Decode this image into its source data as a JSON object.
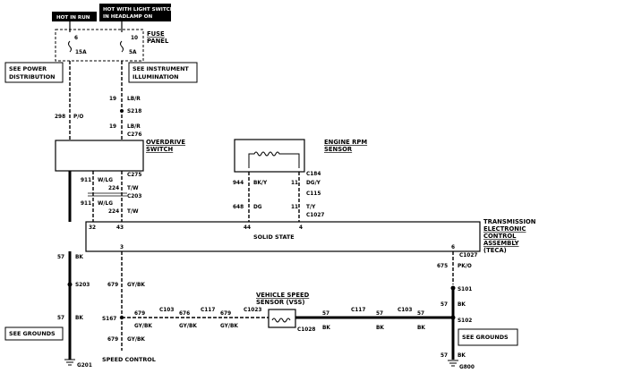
{
  "header": {
    "box1": "HOT IN RUN",
    "box2_line1": "HOT WITH LIGHT SWITCH",
    "box2_line2": "IN HEADLAMP ON"
  },
  "fuse_panel": {
    "label_line1": "FUSE",
    "label_line2": "PANEL",
    "fuse_left_num": "6",
    "fuse_left_amp": "15A",
    "fuse_right_num": "10",
    "fuse_right_amp": "5A"
  },
  "refs": {
    "power_line1": "SEE POWER",
    "power_line2": "DISTRIBUTION",
    "instr_line1": "SEE INSTRUMENT",
    "instr_line2": "ILLUMINATION",
    "grounds_left": "SEE GROUNDS",
    "grounds_right": "SEE GROUNDS"
  },
  "overdrive": {
    "label_line1": "OVERDRIVE",
    "label_line2": "SWITCH"
  },
  "rpm_sensor": {
    "label_line1": "ENGINE RPM",
    "label_line2": "SENSOR"
  },
  "teca": {
    "label_line1": "TRANSMISSION",
    "label_line2": "ELECTRONIC",
    "label_line3": "CONTROL",
    "label_line4": "ASSEMBLY",
    "label_line5": "(TECA)",
    "inner": "SOLID STATE",
    "pin_32": "32",
    "pin_43": "43",
    "pin_44": "44",
    "pin_4": "4",
    "pin_3": "3",
    "pin_6": "6"
  },
  "vss": {
    "label_line1": "VEHICLE SPEED",
    "label_line2": "SENSOR (VSS)"
  },
  "wires": {
    "w298": "298",
    "w298_color": "P/O",
    "w19a": "19",
    "w19a_color": "LB/R",
    "w19b": "19",
    "w19b_color": "LB/R",
    "w911a": "911",
    "w911a_color": "W/LG",
    "w224a": "224",
    "w224a_color": "T/W",
    "w911b": "911",
    "w911b_color": "W/LG",
    "w224b": "224",
    "w224b_color": "T/W",
    "w944": "944",
    "w944_color": "BK/Y",
    "w11a": "11",
    "w11a_color": "DG/Y",
    "w648": "648",
    "w648_color": "DG",
    "w11b": "11",
    "w11b_color": "T/Y",
    "w57a": "57",
    "w57a_color": "BK",
    "w57b": "57",
    "w57b_color": "BK",
    "w679a": "679",
    "w679a_color": "GY/BK",
    "w679b": "679",
    "w679b_color": "GY/BK",
    "w679c": "679",
    "w679c_color": "GY/BK",
    "w676": "676",
    "w676_color": "GY/BK",
    "w679d": "679",
    "w679d_color": "GY/BK",
    "w675": "675",
    "w675_color": "PK/O",
    "w57c": "57",
    "w57c_color": "BK",
    "w57d": "57",
    "w57d_color": "BK",
    "w57e": "57",
    "w57e_color": "BK",
    "w57f": "57",
    "w57f_color": "BK",
    "w57g": "57",
    "w57g_color": "BK"
  },
  "connectors": {
    "s218": "S218",
    "c276": "C276",
    "c275": "C275",
    "c203": "C203",
    "c184": "C184",
    "c115": "C115",
    "c1027a": "C1027",
    "c1027b": "C1027",
    "s203": "S203",
    "s167": "S167",
    "c103a": "C103",
    "c117a": "C117",
    "c1023": "C1023",
    "c1028": "C1028",
    "c117b": "C117",
    "c103b": "C103",
    "s101": "S101",
    "s102": "S102",
    "g201": "G201",
    "g800": "G800"
  },
  "speed_control": "SPEED CONTROL"
}
